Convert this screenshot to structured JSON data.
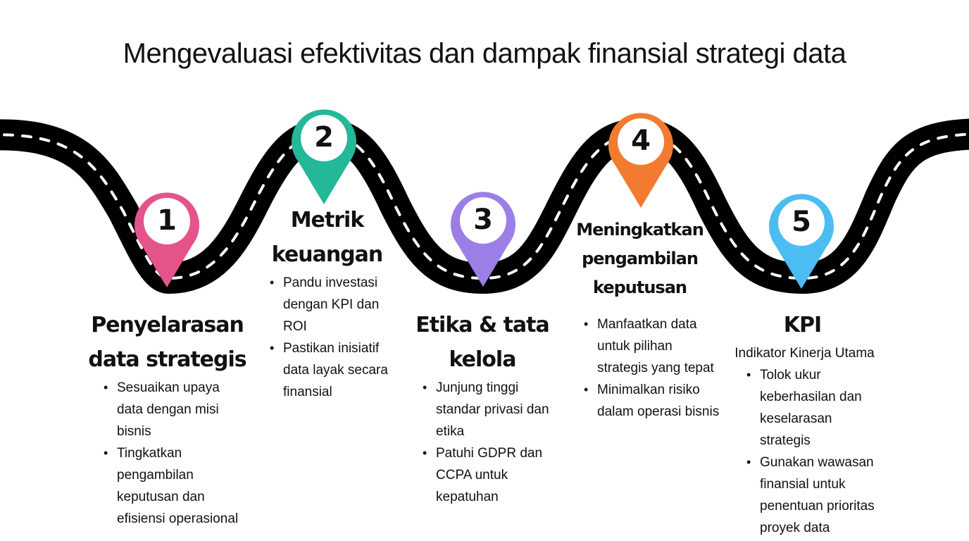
{
  "title": "Mengevaluasi efektivitas dan dampak finansial strategi data",
  "colors": {
    "road": "#000000",
    "lane_marking": "#ffffff",
    "pin1": "#E4548A",
    "pin2": "#22B898",
    "pin3": "#9B7FE6",
    "pin4": "#F27B30",
    "pin5": "#4BBDF2"
  },
  "steps": [
    {
      "number": "1",
      "color": "#E4548A",
      "heading_lines": [
        "Penyelarasan",
        "data strategis"
      ],
      "bullets": [
        "Sesuaikan upaya data dengan misi bisnis",
        "Tingkatkan pengambilan keputusan dan efisiensi operasional"
      ]
    },
    {
      "number": "2",
      "color": "#22B898",
      "heading_lines": [
        "Metrik",
        "keuangan"
      ],
      "bullets": [
        "Pandu investasi dengan KPI dan ROI",
        "Pastikan inisiatif data layak secara finansial"
      ]
    },
    {
      "number": "3",
      "color": "#9B7FE6",
      "heading_lines": [
        "Etika & tata",
        "kelola"
      ],
      "bullets": [
        "Junjung tinggi standar privasi dan etika",
        "Patuhi GDPR dan CCPA untuk kepatuhan"
      ]
    },
    {
      "number": "4",
      "color": "#F27B30",
      "heading_lines": [
        "Meningkatkan",
        "pengambilan",
        "keputusan"
      ],
      "bullets": [
        "Manfaatkan data untuk pilihan strategis yang tepat",
        "Minimalkan risiko dalam operasi bisnis"
      ]
    },
    {
      "number": "5",
      "color": "#4BBDF2",
      "heading_lines": [
        "KPI"
      ],
      "subtitle": "Indikator Kinerja Utama",
      "bullets": [
        "Tolok ukur keberhasilan dan keselarasan strategis",
        "Gunakan wawasan finansial untuk penentuan prioritas proyek data"
      ]
    }
  ]
}
